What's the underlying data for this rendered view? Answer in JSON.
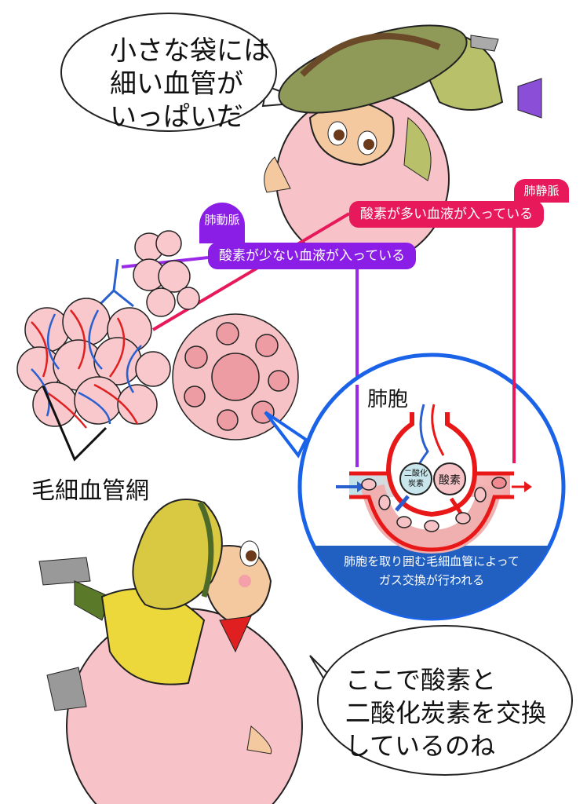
{
  "speech_top": {
    "lines": [
      "小さな袋には",
      "細い血管が",
      "いっぱいだ"
    ]
  },
  "pulmonary_vein": {
    "tag": "肺静脈",
    "text": "酸素が多い血液が入っている",
    "color": "#e8195a"
  },
  "pulmonary_artery": {
    "tag": "肺動脈",
    "text": "酸素が少ない血液が入っている",
    "color": "#8b1ee6"
  },
  "capillary_network_label": "毛細血管網",
  "inset": {
    "title": "肺胞",
    "co2_label": [
      "二酸化",
      "炭素"
    ],
    "o2_label": "酸素",
    "caption": [
      "肺胞を取り囲む毛細血管によって",
      "ガス交換が行われる"
    ],
    "border_color": "#1a63e8",
    "caption_bg": "#2160c0"
  },
  "speech_bottom": {
    "lines": [
      "ここで酸素と",
      "二酸化炭素を交換",
      "しているのね"
    ]
  }
}
